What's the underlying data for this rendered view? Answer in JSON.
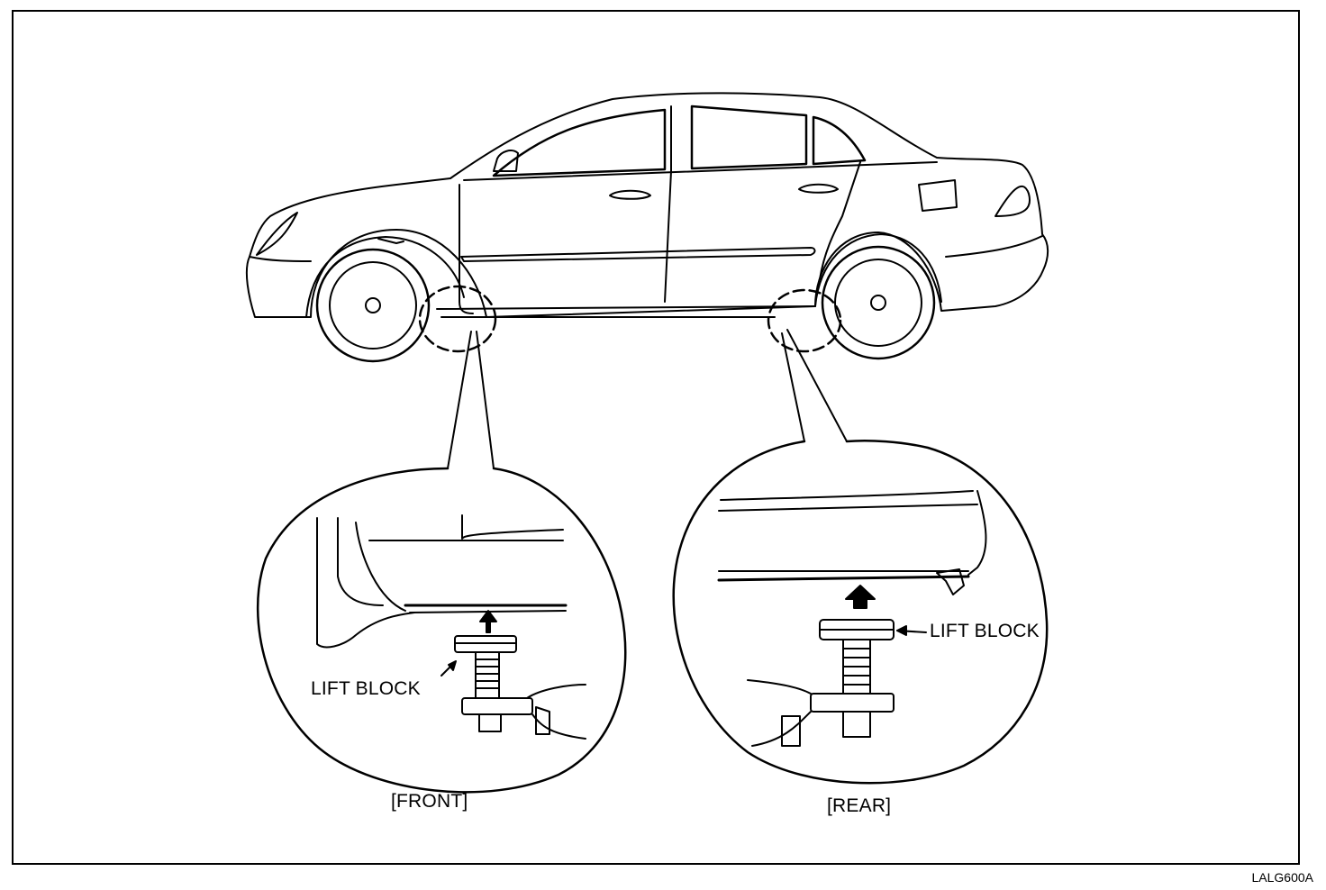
{
  "labels": {
    "front_lift_block": "LIFT BLOCK",
    "rear_lift_block": "LIFT BLOCK",
    "front_caption": "[FRONT]",
    "rear_caption": "[REAR]",
    "figure_code": "LALG600A"
  },
  "icons": {
    "car": "sedan-side-view",
    "front_detail": "front-lift-point-detail",
    "rear_detail": "rear-lift-point-detail"
  }
}
